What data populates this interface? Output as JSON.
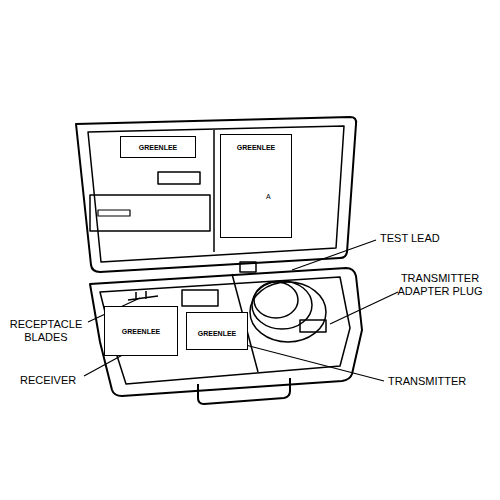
{
  "diagram": {
    "nodes": [
      {
        "text": [
          "GREENLEE"
        ]
      },
      {
        "text": [
          "GREENLEE"
        ]
      },
      {
        "text": [
          "GREENLEE"
        ]
      },
      {
        "text": [
          "GREENLEE"
        ]
      }
    ],
    "labels": [
      "TEST LEAD",
      "TRANSMITTER ADAPTER PLUG",
      "RECEPTACLE BLADES",
      "RECEIVER",
      "TRANSMITTER",
      "A"
    ]
  }
}
